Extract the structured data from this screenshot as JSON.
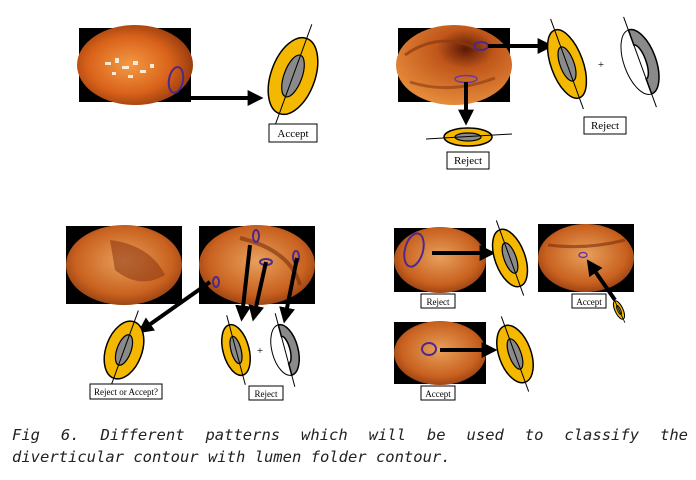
{
  "figure": {
    "labels": {
      "p1_accept": "Accept",
      "p2_reject_right": "Reject",
      "p2_reject_bottom": "Reject",
      "p2_plus": "+",
      "p3_reject_or_accept": "Reject or Accept?",
      "p3_reject": "Reject",
      "p3_plus": "+",
      "p4_reject": "Reject",
      "p4_accept_right": "Accept",
      "p4_accept_bottom": "Accept"
    },
    "colors": {
      "ring_yellow": "#f5b800",
      "lumen_gray": "#8a8a8a",
      "colon_orange": "#d9621a",
      "contour_purple": "#4b2a8c"
    }
  },
  "caption": {
    "text": "Fig 6. Different patterns which will be used to classify the diverticular contour with lumen folder contour."
  }
}
